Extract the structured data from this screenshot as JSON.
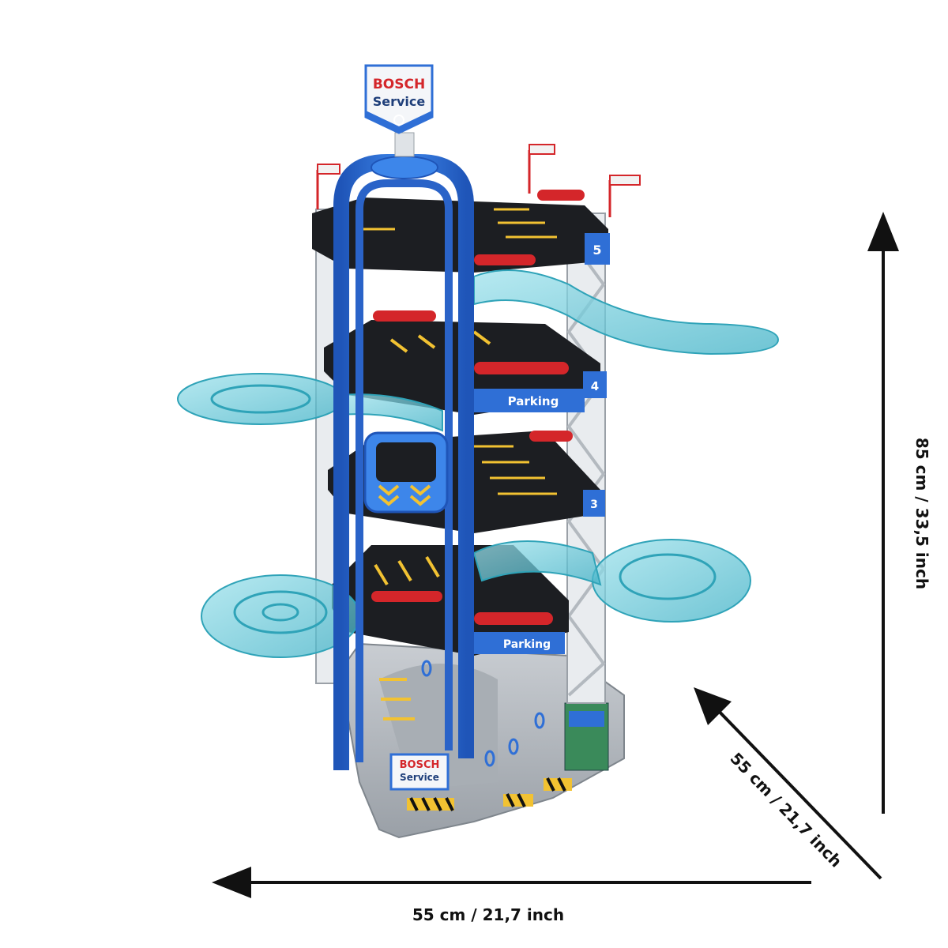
{
  "product": {
    "sign_brand": "BOSCH",
    "sign_label": "Service",
    "base_sign_brand": "BOSCH",
    "base_sign_label": "Service",
    "parking_label": "Parking",
    "level_numbers": [
      "5",
      "4",
      "3"
    ]
  },
  "dimensions": {
    "height": "85 cm / 33,5 inch",
    "depth": "55 cm / 21,7 inch",
    "width": "55 cm / 21,7 inch"
  },
  "colors": {
    "structure_blue": "#2f6fd6",
    "ramp_cyan": "#5fc8d9",
    "floor_black": "#1c1e22",
    "base_gray": "#b7bcc2",
    "accent_red": "#d4262a",
    "stripe_yellow": "#f2c232"
  }
}
